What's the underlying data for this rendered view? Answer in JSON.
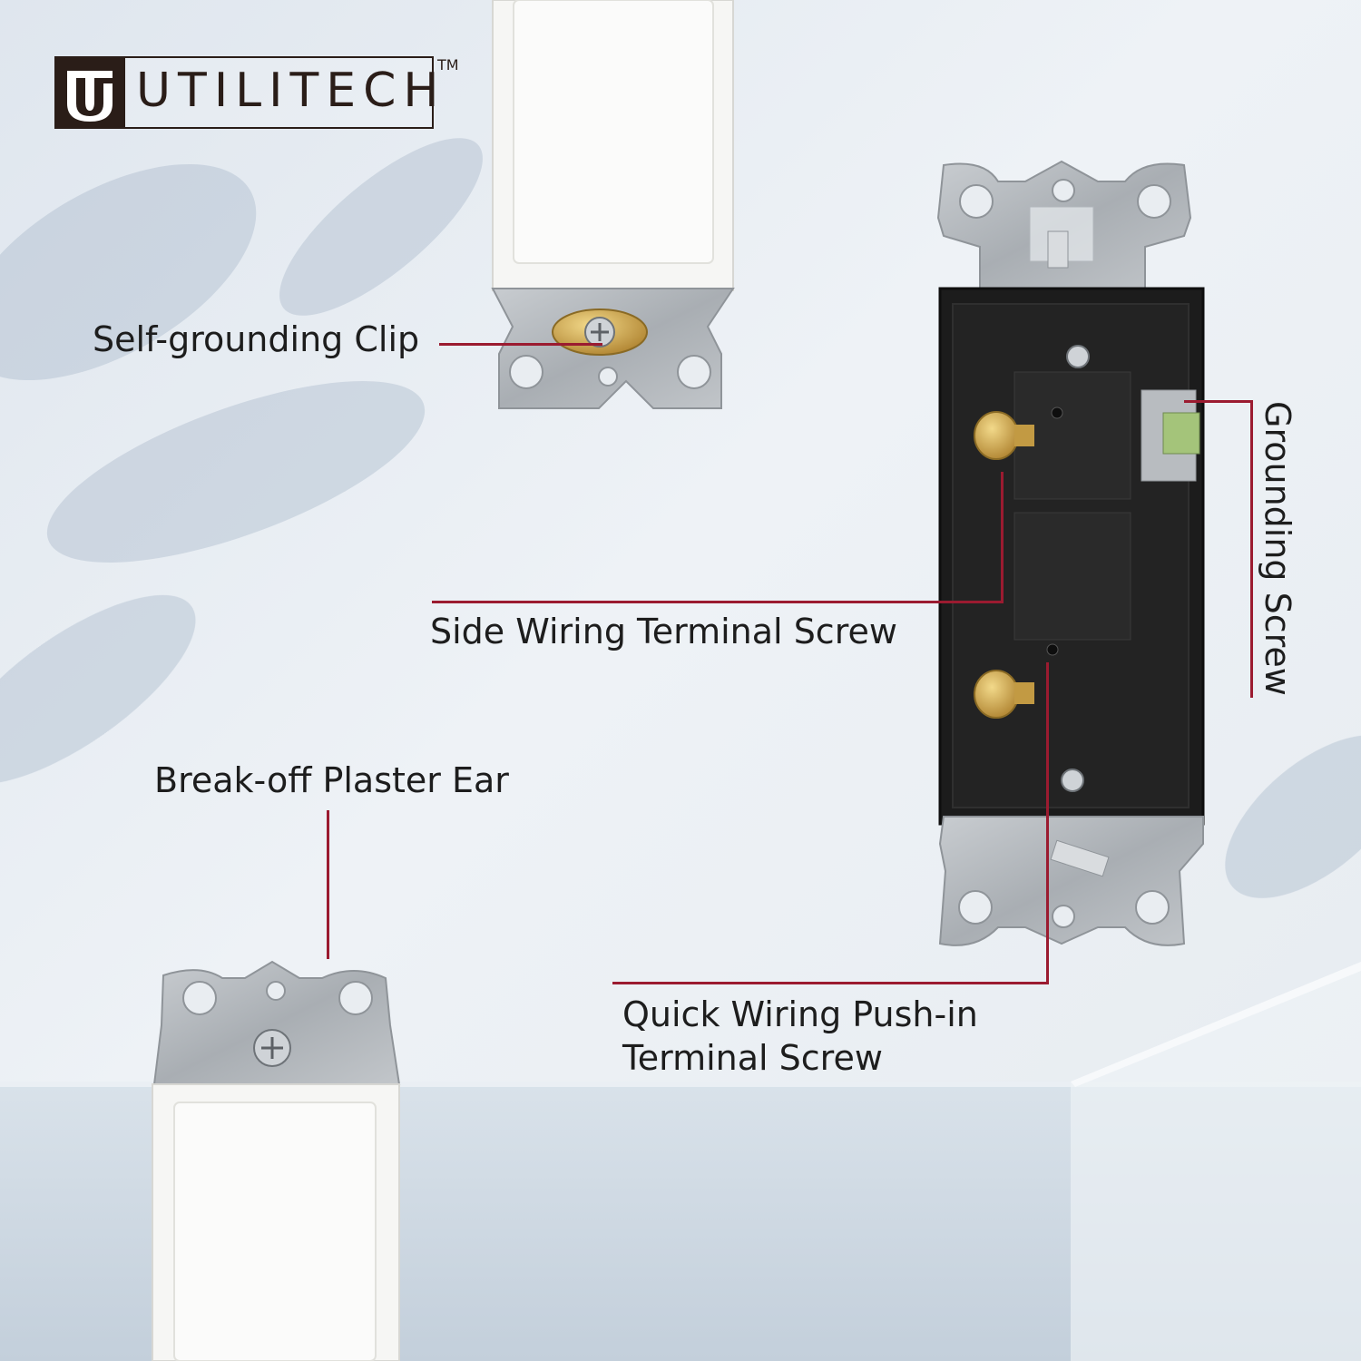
{
  "brand": {
    "name": "UTILITECH",
    "trademark": "TM",
    "mark_letter": "U"
  },
  "labels": {
    "self_grounding_clip": "Self-grounding Clip",
    "grounding_screw": "Grounding Screw",
    "side_wiring_terminal_screw": "Side Wiring Terminal Screw",
    "break_off_plaster_ear": "Break-off Plaster Ear",
    "quick_wiring_line1": "Quick Wiring Push-in",
    "quick_wiring_line2": "Terminal Screw"
  },
  "colors": {
    "leader_line": "#9b1b30",
    "brand_dark": "#2a1d18",
    "switch_body": "#1c1c1c",
    "metal_strap": "#b8bcc0",
    "brass": "#c9a24a"
  }
}
